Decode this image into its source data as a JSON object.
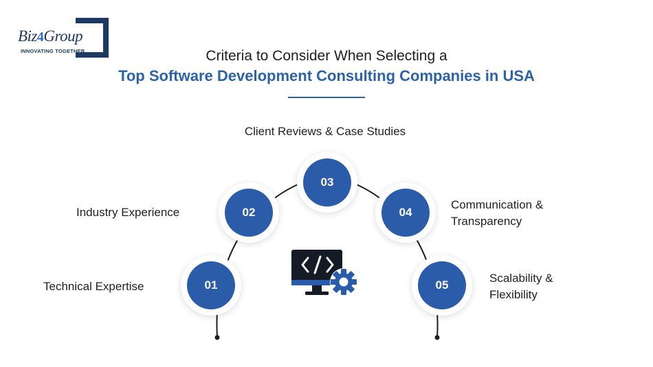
{
  "logo": {
    "text_a": "Biz",
    "text_b": "4",
    "text_c": "Group",
    "tagline": "INNOVATING TOGETHER"
  },
  "title": {
    "line1": "Criteria to Consider When Selecting a",
    "line2": "Top Software Development Consulting Companies in USA"
  },
  "steps": [
    {
      "number": "01",
      "label": "Technical Expertise"
    },
    {
      "number": "02",
      "label": "Industry Experience"
    },
    {
      "number": "03",
      "label": "Client Reviews & Case Studies"
    },
    {
      "number": "04",
      "label_line1": "Communication &",
      "label_line2": "Transparency"
    },
    {
      "number": "05",
      "label_line1": "Scalability &",
      "label_line2": "Flexibility"
    }
  ],
  "center_icon": "code-monitor-gear-icon",
  "colors": {
    "primary": "#2b5caa",
    "logo_navy": "#1c3a62",
    "title_blue": "#2c62a8",
    "text": "#1f1f1f"
  }
}
